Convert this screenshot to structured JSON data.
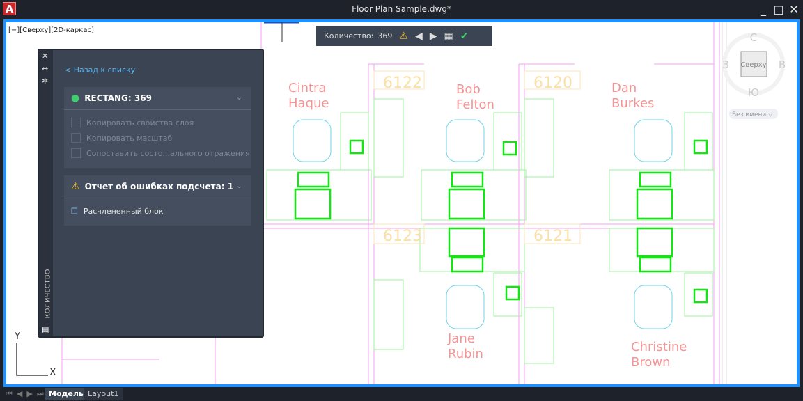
{
  "window": {
    "title": "Floor Plan Sample.dwg*",
    "logo": "A",
    "minimize": "_",
    "maximize": "□",
    "close": "✕"
  },
  "viewport": {
    "label": "[−][Сверху][2D-каркас]"
  },
  "quantity_bar": {
    "label": "Количество:",
    "count": "369"
  },
  "panel": {
    "vertical_title": "КОЛИЧЕСТВО",
    "back_link": "< Назад к списку",
    "card1": {
      "title": "RECTANG: 369",
      "options": [
        "Копировать свойства слоя",
        "Копировать масштаб",
        "Сопоставить состо...ального отражения"
      ]
    },
    "card2": {
      "title": "Отчет об ошибках подсчета: 1",
      "items": [
        "Расчлененный блок"
      ]
    }
  },
  "viewcube": {
    "north": "С",
    "south": "Ю",
    "west": "З",
    "east": "В",
    "face": "Сверху",
    "ucs": "Без имени"
  },
  "drawing": {
    "rooms": [
      "6122",
      "6120",
      "6123",
      "6121"
    ],
    "names": [
      [
        "Cintra",
        "Haque"
      ],
      [
        "Bob",
        "Felton"
      ],
      [
        "Dan",
        "Burkes"
      ],
      [
        "Jane",
        "Rubin"
      ],
      [
        "Christine",
        "Brown"
      ]
    ]
  },
  "ucs": {
    "x": "X",
    "y": "Y"
  },
  "tabs": {
    "model": "Модель",
    "layout1": "Layout1"
  }
}
